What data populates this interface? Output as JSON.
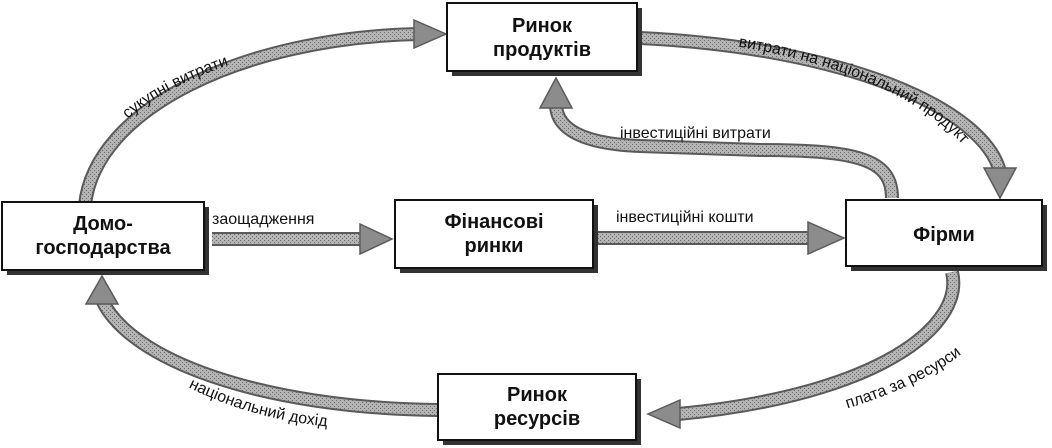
{
  "nodes": {
    "product_market": {
      "lines": [
        "Ринок",
        "продуктів"
      ]
    },
    "households": {
      "lines": [
        "Домо-",
        "господарства"
      ]
    },
    "financial_markets": {
      "lines": [
        "Фінансові",
        "ринки"
      ]
    },
    "firms": {
      "lines": [
        "Фірми"
      ]
    },
    "resource_market": {
      "lines": [
        "Ринок",
        "ресурсів"
      ]
    }
  },
  "flows": {
    "aggregate_spending": "сукупні витрати",
    "national_product_spending": "витрати на національний продукт",
    "investment_spending": "інвестиційні витрати",
    "savings": "заощадження",
    "investment_funds": "інвестиційні кошти",
    "resource_payment": "плата за ресурси",
    "national_income": "національний дохід"
  },
  "colors": {
    "box_border": "#111111",
    "box_shadow": "#333333",
    "arrow_fill": "#a9a9a9",
    "arrow_edge": "#5a5a5a",
    "arrow_head": "#8c8c8c",
    "text": "#111111"
  }
}
